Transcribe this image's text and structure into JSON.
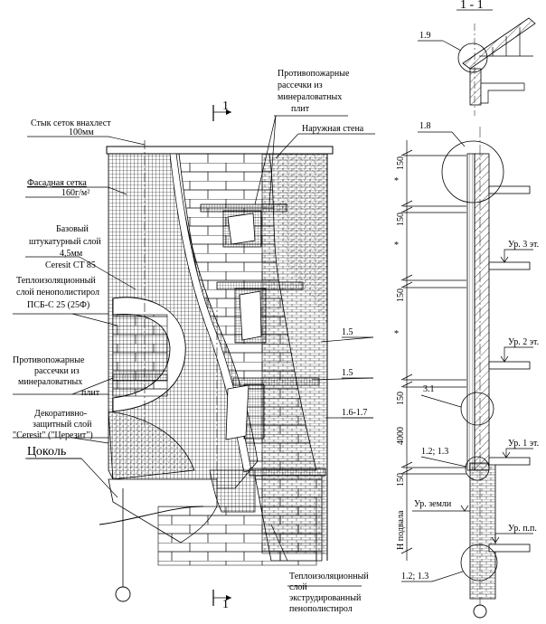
{
  "section_mark": "1 - 1",
  "cut_label": "1",
  "labels": {
    "firebreak_top": [
      "Противопожарные",
      "рассечки из",
      "минераловатных",
      "плит"
    ],
    "mesh_overlap": [
      "Стык сеток внахлест",
      "100мм"
    ],
    "outer_wall": "Наружная стена",
    "facade_mesh": [
      "Фасадная сетка",
      "160г/м²"
    ],
    "base_plaster": [
      "Базовый",
      "штукатурный слой",
      "4,5мм",
      "Ceresit CT 85"
    ],
    "insulation": [
      "Теплоизоляционный",
      "слой пенополистирол",
      "ПСБ-С 25 (25Ф)"
    ],
    "firebreak_left": [
      "Противопожарные",
      "рассечки из",
      "минераловатных",
      "плит"
    ],
    "decor_layer": [
      "Декоративно-",
      "защитный слой",
      "\"Ceresit\" (\"Церезит\")"
    ],
    "plinth": "Цоколь",
    "xps": [
      "Теплоизоляционный",
      "слой",
      "экструдированный",
      "пенополистирол"
    ]
  },
  "callouts": [
    "1.5",
    "1.5",
    "1.6-1.7",
    "1.9",
    "1.8",
    "3.1",
    "1.2; 1.3",
    "1.2; 1.3"
  ],
  "dimensions": [
    "150",
    "150",
    "150",
    "150",
    "4000",
    "150",
    "H подвала"
  ],
  "levels": [
    "Ур. 3 эт.",
    "Ур. 2 эт.",
    "Ур. 1 эт.",
    "Ур. земли",
    "Ур. п.п."
  ],
  "colors": {
    "line": "#000000",
    "paper": "#ffffff"
  }
}
